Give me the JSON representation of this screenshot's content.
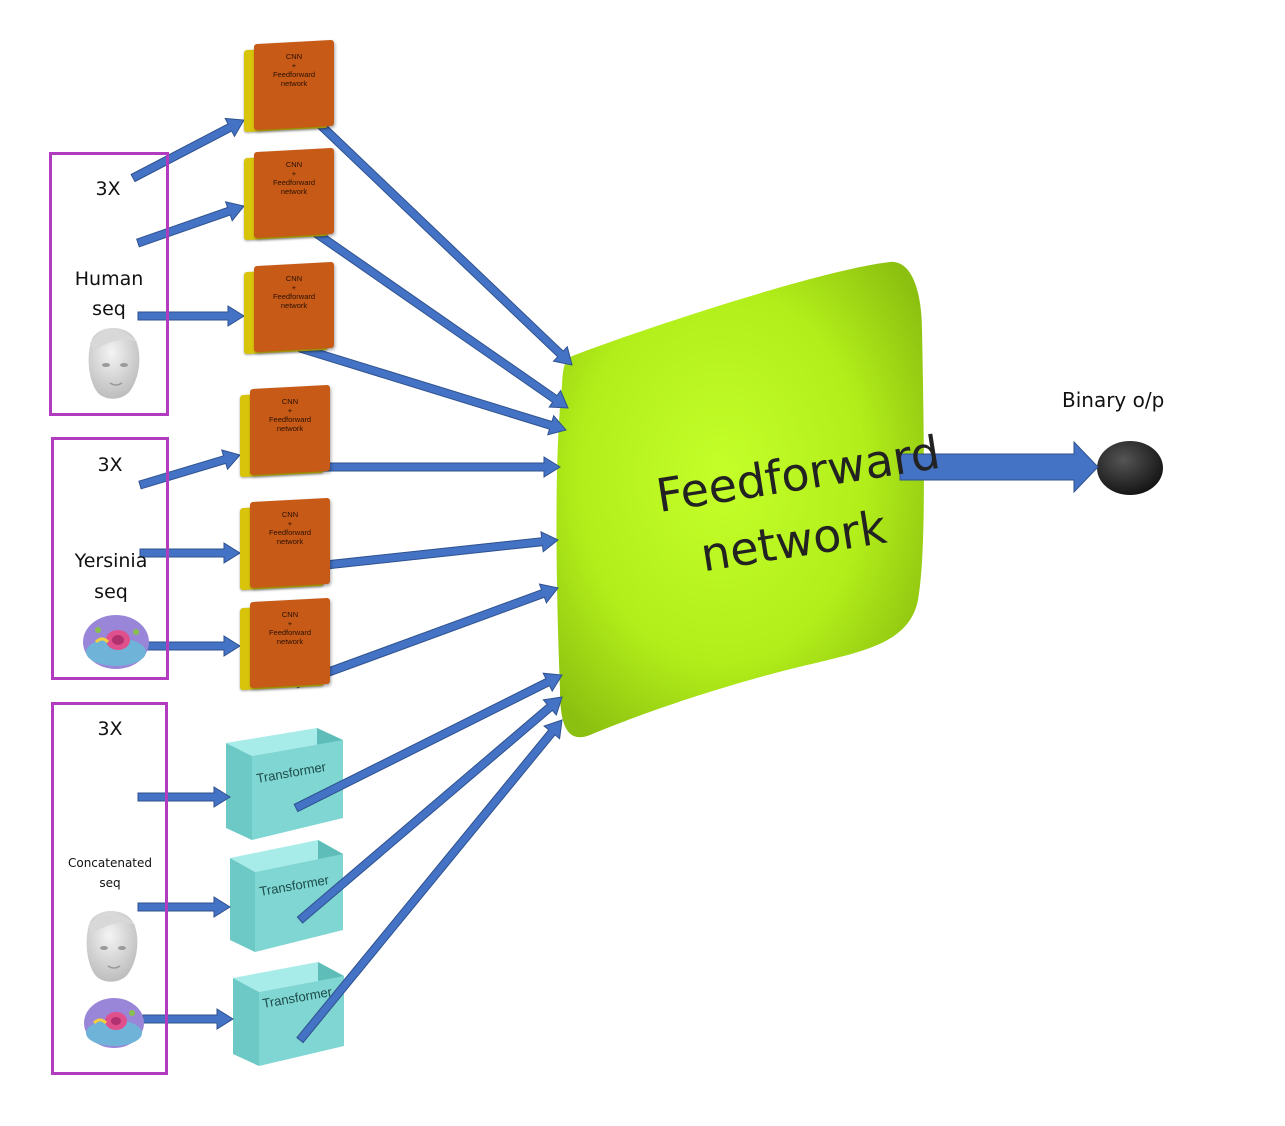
{
  "groups": [
    {
      "multiplier": "3X",
      "label_lines": [
        "Human",
        "seq"
      ],
      "icons": [
        "human-face-icon"
      ]
    },
    {
      "multiplier": "3X",
      "label_lines": [
        "Yersinia",
        "seq"
      ],
      "icons": [
        "bacterium-cell-icon"
      ]
    },
    {
      "multiplier": "3X",
      "label_lines": [
        "Concatenated",
        "seq"
      ],
      "icons": [
        "human-face-icon",
        "bacterium-cell-icon"
      ]
    }
  ],
  "cnn_block": {
    "lines": [
      "CNN",
      "+",
      "Feedforward",
      "network"
    ]
  },
  "transformer_block": {
    "label": "Transformer"
  },
  "feedforward": {
    "line1": "Feedforward",
    "line2": "network"
  },
  "output": {
    "label": "Binary o/p"
  },
  "colors": {
    "group_border": "#b23cc0",
    "arrow": "#4472c4",
    "cnn_front": "#c65a16",
    "cnn_back": "#d8c40a",
    "transformer": "#7fd6d2",
    "feedforward": "#b7f020",
    "output_node": "#222222"
  }
}
